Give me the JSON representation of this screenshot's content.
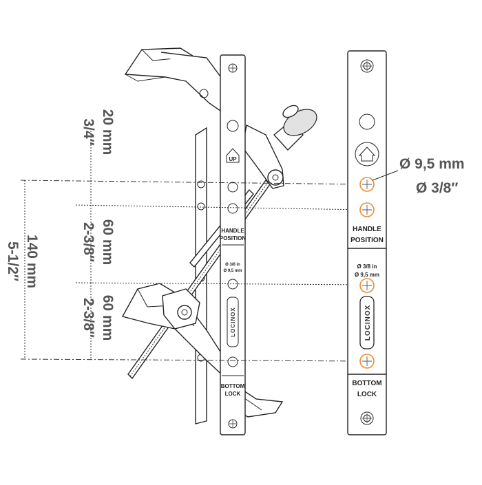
{
  "dimensions": {
    "d1_mm": "20 mm",
    "d1_in": "3/4″",
    "d2_mm": "60 mm",
    "d2_in": "2-3/8″",
    "d3_mm": "60 mm",
    "d3_in": "2-3/8″",
    "total_mm": "140 mm",
    "total_in": "5-1/2″"
  },
  "callout": {
    "diameter_mm": "Ø 9,5 mm",
    "diameter_in": "Ø 3/8″"
  },
  "strip": {
    "handle_line1": "HANDLE",
    "handle_line2": "POSITION",
    "hole_line1": "Ø 3/8 in",
    "hole_line2": "Ø 9,5 mm",
    "brand": "LOCINOX",
    "bottom_line1": "BOTTOM",
    "bottom_line2": "LOCK",
    "up_label": "UP"
  },
  "colors": {
    "hole_highlight": "#f08a2c",
    "dimension_text": "#555555",
    "outline": "#222222"
  }
}
